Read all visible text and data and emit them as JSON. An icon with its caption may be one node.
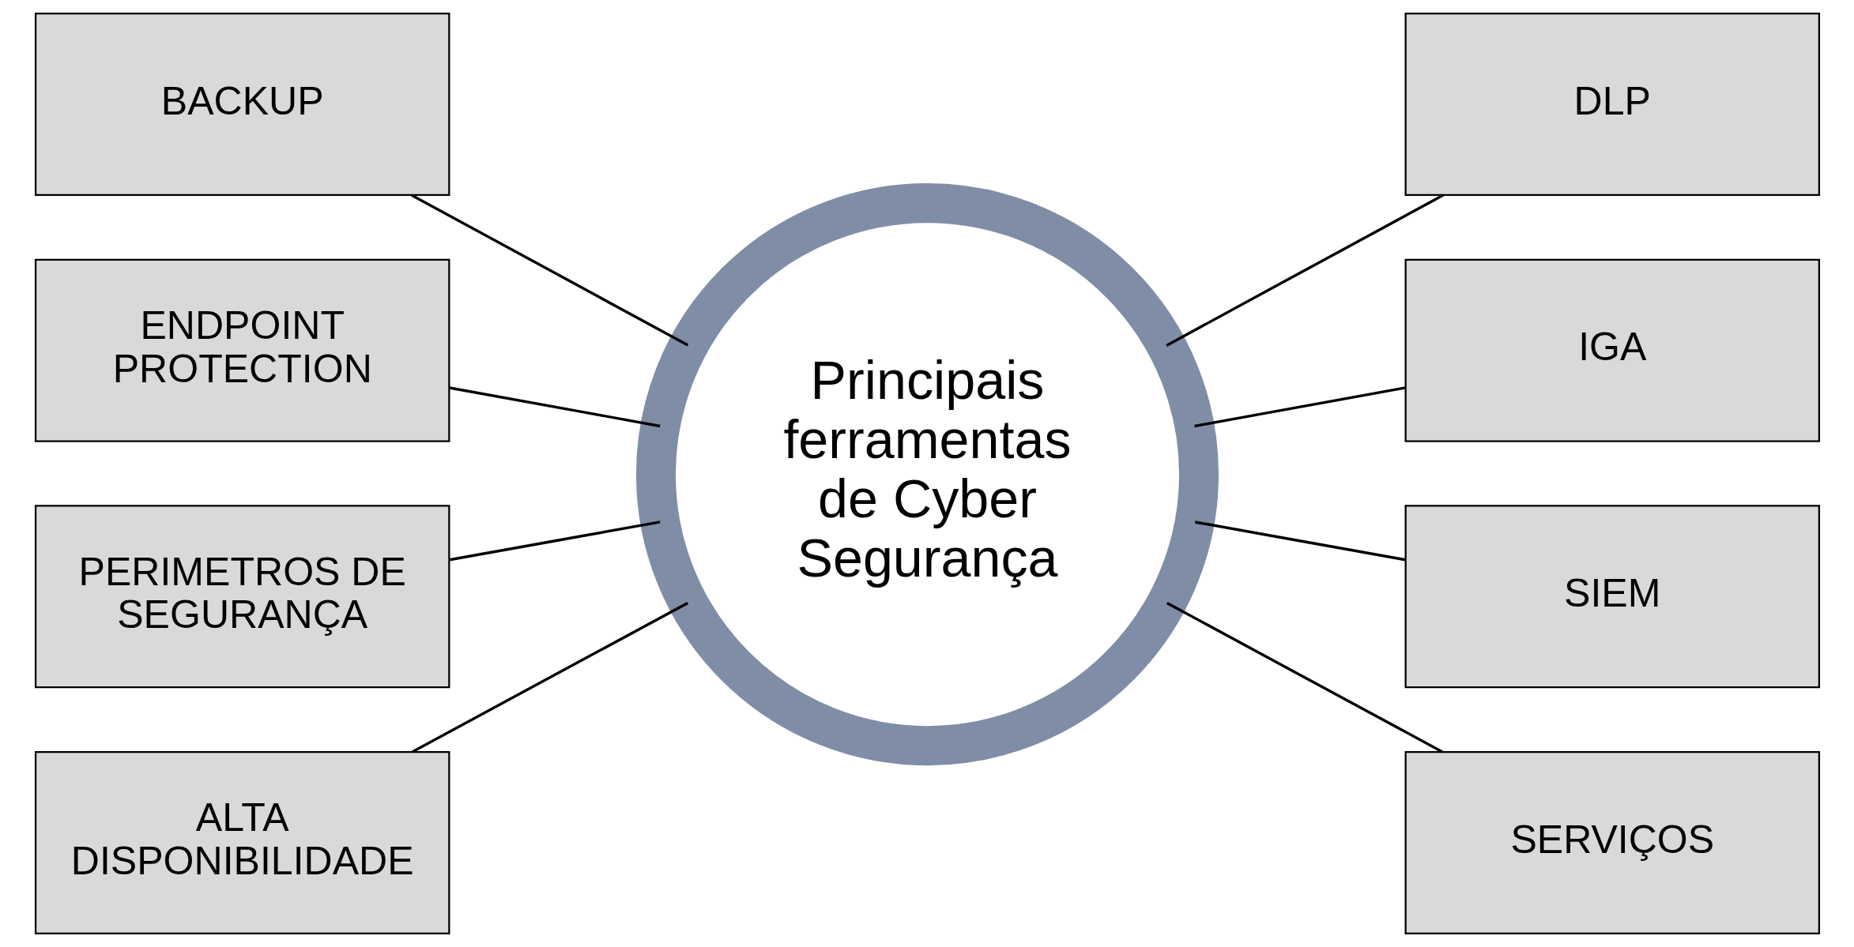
{
  "diagram": {
    "nodes": [
      {
        "text": [
          "BACKUP"
        ]
      },
      {
        "text": [
          "ENDPOINT PROTECTION"
        ]
      },
      {
        "text": [
          "PERIMETROS DE SEGURANÇA"
        ]
      },
      {
        "text": [
          "ALTA DISPONIBILIDADE"
        ]
      },
      {
        "text": [
          "Principais ferramentas de Cyber Segurança"
        ]
      },
      {
        "text": [
          "DLP"
        ]
      },
      {
        "text": [
          "IGA"
        ]
      },
      {
        "text": [
          "SIEM"
        ]
      },
      {
        "text": [
          "SERVIÇOS"
        ]
      }
    ],
    "edges": [
      {
        "from": 0,
        "to": 4,
        "arrow": "none"
      },
      {
        "from": 1,
        "to": 4,
        "arrow": "none"
      },
      {
        "from": 2,
        "to": 4,
        "arrow": "none"
      },
      {
        "from": 3,
        "to": 4,
        "arrow": "none"
      },
      {
        "from": 4,
        "to": 5,
        "arrow": "none"
      },
      {
        "from": 4,
        "to": 6,
        "arrow": "none"
      },
      {
        "from": 4,
        "to": 7,
        "arrow": "none"
      },
      {
        "from": 4,
        "to": 8,
        "arrow": "none"
      }
    ]
  }
}
